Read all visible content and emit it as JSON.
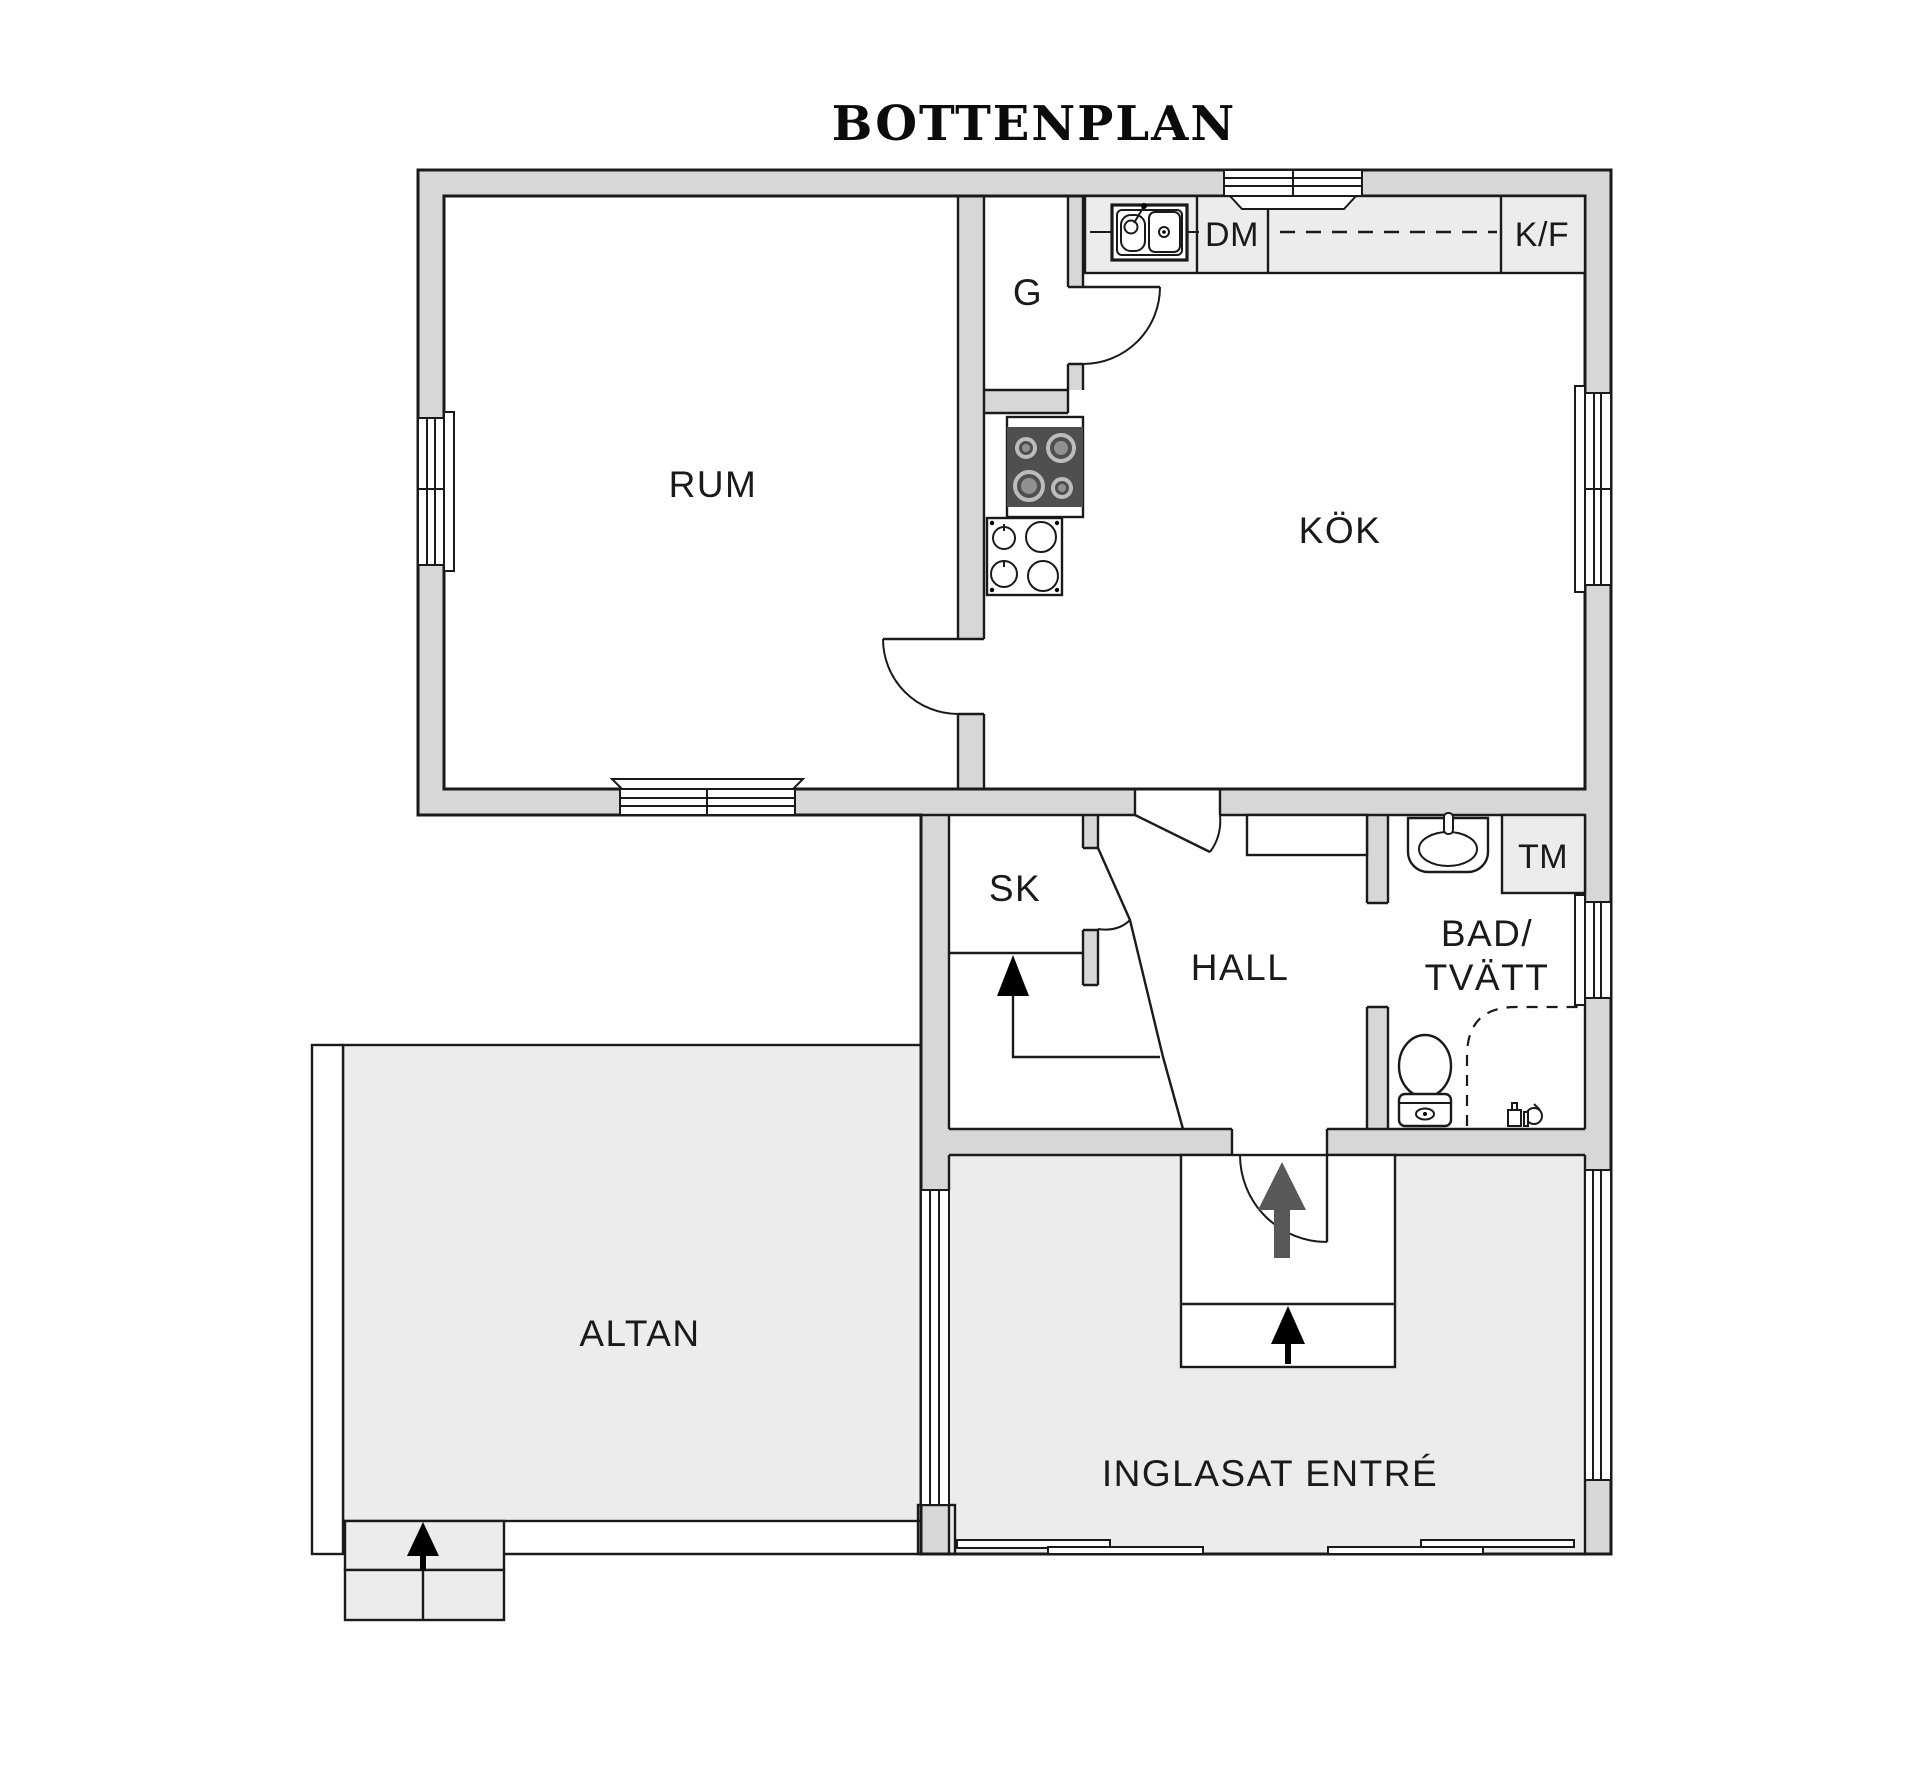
{
  "title": "BOTTENPLAN",
  "rooms": {
    "rum": "RUM",
    "kok": "KÖK",
    "g": "G",
    "sk": "SK",
    "hall": "HALL",
    "bad_line1": "BAD/",
    "bad_line2": "TVÄTT",
    "altan": "ALTAN",
    "entre": "INGLASAT ENTRÉ"
  },
  "appliances": {
    "dm": "DM",
    "kf": "K/F",
    "tm": "TM"
  },
  "colors": {
    "background": "#ffffff",
    "wall": "#d7d7d9",
    "floor": "#ececee",
    "line": "#1a1a1a",
    "stove": "#4f4f51",
    "entry_arrow": "#58585a"
  }
}
